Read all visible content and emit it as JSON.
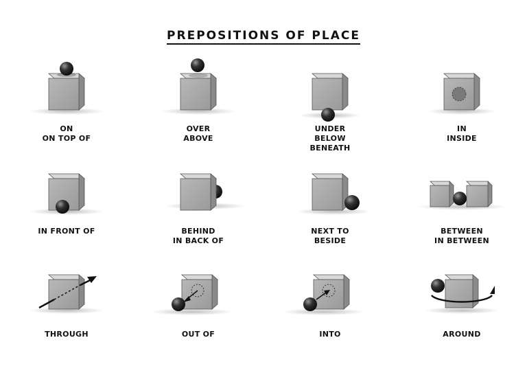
{
  "title": "PREPOSITIONS OF PLACE",
  "rows": [
    [
      {
        "key": "on",
        "lines": [
          "ON",
          "ON TOP OF"
        ]
      },
      {
        "key": "over",
        "lines": [
          "OVER",
          "ABOVE"
        ]
      },
      {
        "key": "under",
        "lines": [
          "UNDER",
          "BELOW",
          "BENEATH"
        ]
      },
      {
        "key": "in",
        "lines": [
          "IN",
          "INSIDE"
        ]
      }
    ],
    [
      {
        "key": "in-front-of",
        "lines": [
          "IN FRONT OF"
        ]
      },
      {
        "key": "behind",
        "lines": [
          "BEHIND",
          "IN BACK OF"
        ]
      },
      {
        "key": "next-to",
        "lines": [
          "NEXT TO",
          "BESIDE"
        ]
      },
      {
        "key": "between",
        "lines": [
          "BETWEEN",
          "IN BETWEEN"
        ]
      }
    ],
    [
      {
        "key": "through",
        "lines": [
          "THROUGH"
        ]
      },
      {
        "key": "out-of",
        "lines": [
          "OUT OF"
        ]
      },
      {
        "key": "into",
        "lines": [
          "INTO"
        ]
      },
      {
        "key": "around",
        "lines": [
          "AROUND"
        ]
      }
    ]
  ],
  "colors": {
    "cube_front": "#a9a9a9",
    "cube_top": "#d6d6d6",
    "cube_side": "#8a8a8a",
    "ball": "#1e1e1e",
    "text": "#111111"
  }
}
